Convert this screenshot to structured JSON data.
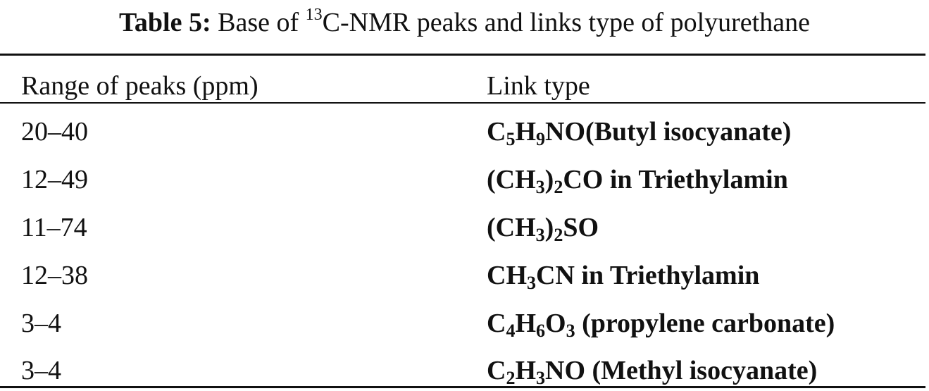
{
  "caption": {
    "label": "Table 5:",
    "text_before_sup": "Base of",
    "sup": "13",
    "text_after_sup": "C-NMR peaks and links type of polyurethane"
  },
  "table": {
    "headers": {
      "range": "Range of peaks (ppm)",
      "link": "Link type"
    },
    "rows": [
      {
        "range": "20–40",
        "link": [
          {
            "t": "C"
          },
          {
            "t": "5",
            "sub": true
          },
          {
            "t": "H"
          },
          {
            "t": "9",
            "sub": true
          },
          {
            "t": "NO(Butyl isocyanate)"
          }
        ]
      },
      {
        "range": "12–49",
        "link": [
          {
            "t": "(CH"
          },
          {
            "t": "3",
            "sub": true
          },
          {
            "t": ")"
          },
          {
            "t": "2",
            "sub": true
          },
          {
            "t": "CO in Triethylamin"
          }
        ]
      },
      {
        "range": "11–74",
        "link": [
          {
            "t": "(CH"
          },
          {
            "t": "3",
            "sub": true
          },
          {
            "t": ")"
          },
          {
            "t": "2",
            "sub": true
          },
          {
            "t": "SO"
          }
        ]
      },
      {
        "range": "12–38",
        "link": [
          {
            "t": "CH"
          },
          {
            "t": "3",
            "sub": true
          },
          {
            "t": "CN in Triethylamin"
          }
        ]
      },
      {
        "range": "3–4",
        "link": [
          {
            "t": "C"
          },
          {
            "t": "4",
            "sub": true
          },
          {
            "t": "H"
          },
          {
            "t": "6",
            "sub": true
          },
          {
            "t": "O"
          },
          {
            "t": "3",
            "sub": true
          },
          {
            "t": " (propylene carbonate)"
          }
        ]
      },
      {
        "range": "3–4",
        "link": [
          {
            "t": "C"
          },
          {
            "t": "2",
            "sub": true
          },
          {
            "t": "H"
          },
          {
            "t": "3",
            "sub": true
          },
          {
            "t": "NO (Methyl isocyanate)"
          }
        ]
      }
    ]
  }
}
